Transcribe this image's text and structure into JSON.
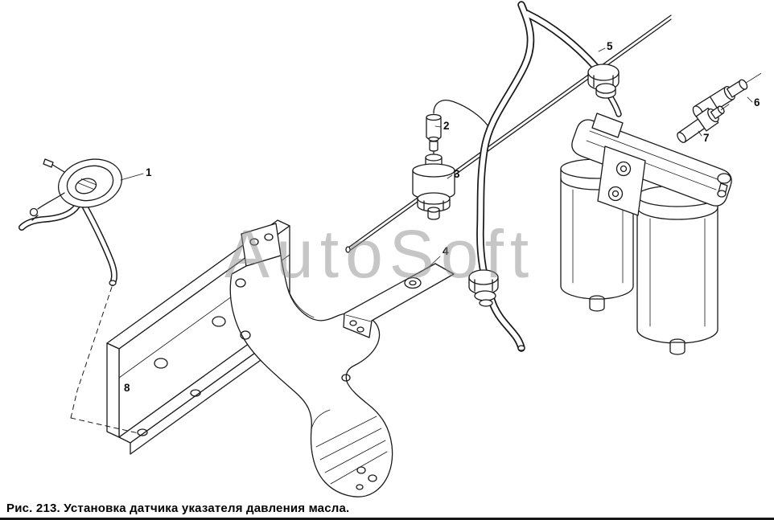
{
  "colors": {
    "background": "#ffffff",
    "line": "#1a1a1a",
    "watermark": "#8f8f8f",
    "caption_text": "#000000"
  },
  "watermark": {
    "text": "AutoSoft"
  },
  "caption": {
    "text": "Рис. 213. Установка датчика указателя давления масла."
  },
  "part_labels": [
    {
      "num": "1"
    },
    {
      "num": "2"
    },
    {
      "num": "3"
    },
    {
      "num": "4"
    },
    {
      "num": "5"
    },
    {
      "num": "6"
    },
    {
      "num": "7"
    },
    {
      "num": "8"
    }
  ]
}
